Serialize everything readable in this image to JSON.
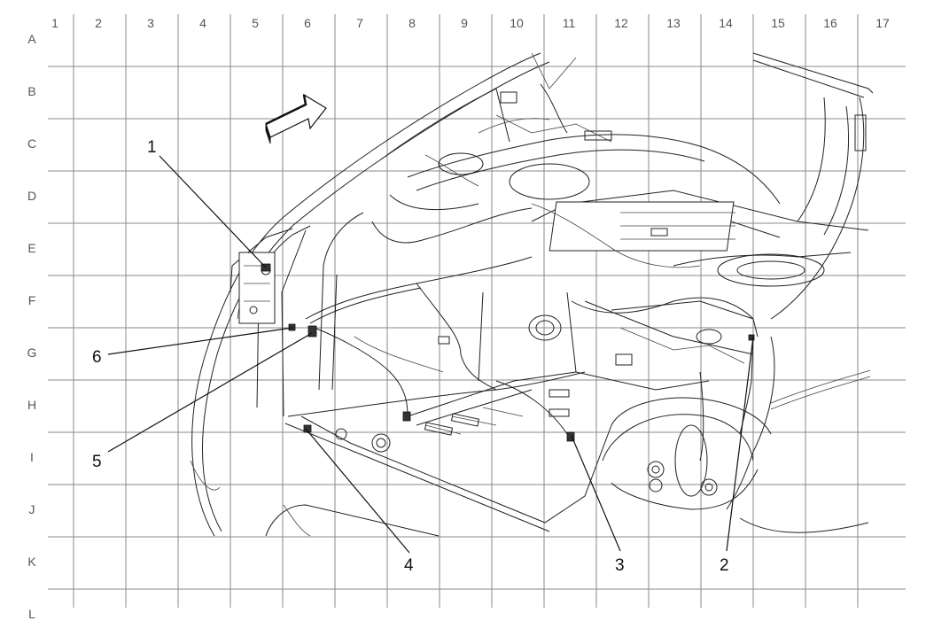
{
  "grid": {
    "columns": [
      "1",
      "2",
      "3",
      "4",
      "5",
      "6",
      "7",
      "8",
      "9",
      "10",
      "11",
      "12",
      "13",
      "14",
      "15",
      "16",
      "17"
    ],
    "rows": [
      "A",
      "B",
      "C",
      "D",
      "E",
      "F",
      "G",
      "H",
      "I",
      "J",
      "K",
      "L"
    ]
  },
  "callouts": [
    {
      "id": "1",
      "label": "1"
    },
    {
      "id": "2",
      "label": "2"
    },
    {
      "id": "3",
      "label": "3"
    },
    {
      "id": "4",
      "label": "4"
    },
    {
      "id": "5",
      "label": "5"
    },
    {
      "id": "6",
      "label": "6"
    }
  ],
  "orientation_arrow": {
    "icon": "direction-arrow-icon"
  }
}
